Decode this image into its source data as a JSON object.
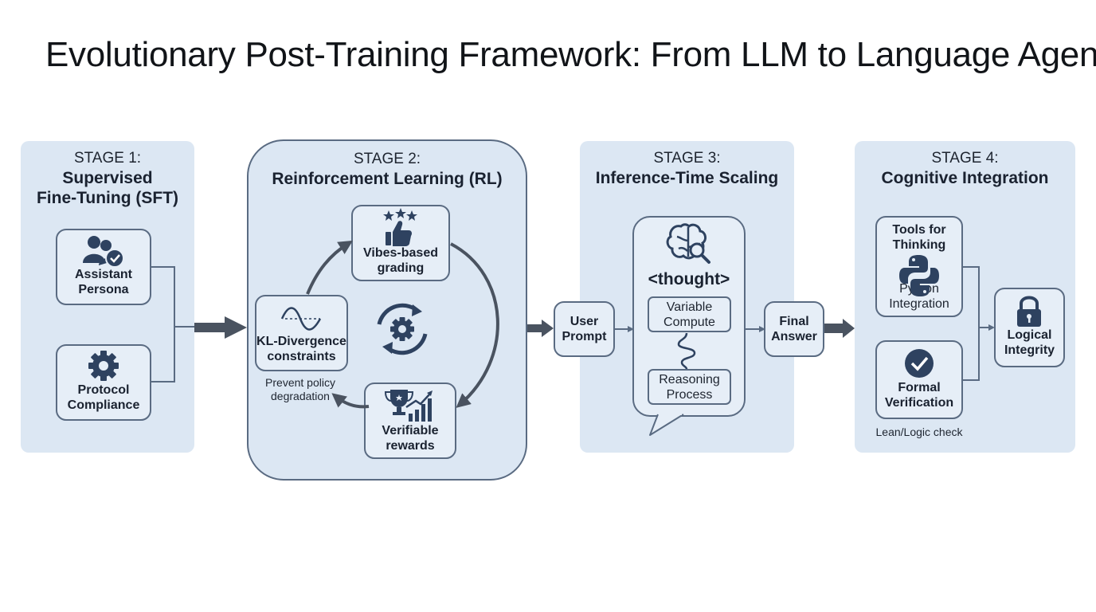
{
  "title": "Evolutionary Post-Training Framework: From LLM to Language Agent",
  "stage1": {
    "label": "STAGE 1:",
    "name_line1": "Supervised",
    "name_line2": "Fine-Tuning (SFT)",
    "assistant_line1": "Assistant",
    "assistant_line2": "Persona",
    "protocol_line1": "Protocol",
    "protocol_line2": "Compliance"
  },
  "stage2": {
    "label": "STAGE 2:",
    "name": "Reinforcement Learning (RL)",
    "vibes_line1": "Vibes-based",
    "vibes_line2": "grading",
    "kl_line1": "KL-Divergence",
    "kl_line2": "constraints",
    "kl_note_line1": "Prevent policy",
    "kl_note_line2": "degradation",
    "verifiable_line1": "Verifiable",
    "verifiable_line2": "rewards"
  },
  "stage3": {
    "label": "STAGE 3:",
    "name": "Inference-Time Scaling",
    "user_line1": "User",
    "user_line2": "Prompt",
    "thought": "<thought>",
    "variable_line1": "Variable",
    "variable_line2": "Compute",
    "reasoning_line1": "Reasoning",
    "reasoning_line2": "Process",
    "final_line1": "Final",
    "final_line2": "Answer"
  },
  "stage4": {
    "label": "STAGE 4:",
    "name": "Cognitive Integration",
    "tools_line1": "Tools for",
    "tools_line2": "Thinking",
    "python_line1": "Python",
    "python_line2": "Integration",
    "formal_line1": "Formal",
    "formal_line2": "Verification",
    "formal_note": "Lean/Logic check",
    "logical_line1": "Logical",
    "logical_line2": "Integrity"
  },
  "colors": {
    "panel": "#dce7f3",
    "box": "#e6eef7",
    "stroke": "#5a6b82",
    "icon": "#2e4260",
    "arrow": "#4a5360"
  },
  "icons": [
    "user-check-icon",
    "gear-icon",
    "thumbs-up-stars-icon",
    "wave-icon",
    "cycle-gear-icon",
    "trophy-chart-icon",
    "brain-search-icon",
    "squiggle-icon",
    "python-icon",
    "checkmark-icon",
    "lock-icon"
  ]
}
